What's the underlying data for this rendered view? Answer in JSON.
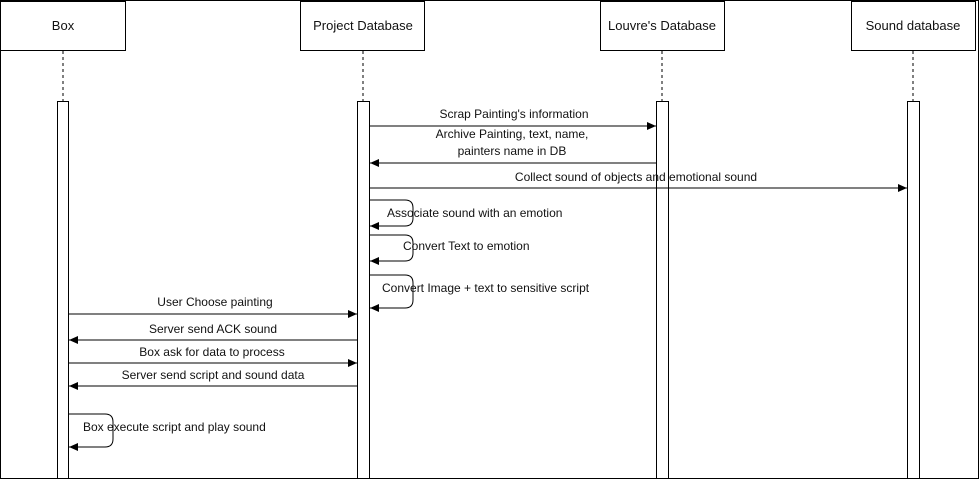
{
  "participants": [
    {
      "id": "box",
      "label": "Box"
    },
    {
      "id": "project_db",
      "label": "Project Database"
    },
    {
      "id": "louvre_db",
      "label": "Louvre's Database"
    },
    {
      "id": "sound_db",
      "label": "Sound database"
    }
  ],
  "messages": [
    {
      "id": "m1",
      "from": "project_db",
      "to": "louvre_db",
      "lines": [
        "Scrap Painting's information"
      ]
    },
    {
      "id": "m2",
      "from": "louvre_db",
      "to": "project_db",
      "lines": [
        "Archive Painting, text, name,",
        "painters name in DB"
      ]
    },
    {
      "id": "m3",
      "from": "project_db",
      "to": "sound_db",
      "lines": [
        "Collect sound of objects and emotional sound"
      ]
    },
    {
      "id": "m4",
      "from": "project_db",
      "to": "project_db",
      "lines": [
        "Associate sound with an emotion"
      ]
    },
    {
      "id": "m5",
      "from": "project_db",
      "to": "project_db",
      "lines": [
        "Convert Text to emotion"
      ]
    },
    {
      "id": "m6",
      "from": "project_db",
      "to": "project_db",
      "lines": [
        "Convert Image + text to sensitive script"
      ]
    },
    {
      "id": "m7",
      "from": "box",
      "to": "project_db",
      "lines": [
        "User Choose painting"
      ]
    },
    {
      "id": "m8",
      "from": "project_db",
      "to": "box",
      "lines": [
        "Server send ACK sound"
      ]
    },
    {
      "id": "m9",
      "from": "box",
      "to": "project_db",
      "lines": [
        "Box ask for data to process"
      ]
    },
    {
      "id": "m10",
      "from": "project_db",
      "to": "box",
      "lines": [
        "Server send script and sound data"
      ]
    },
    {
      "id": "m11",
      "from": "box",
      "to": "box",
      "lines": [
        "Box execute script and play sound"
      ]
    }
  ]
}
